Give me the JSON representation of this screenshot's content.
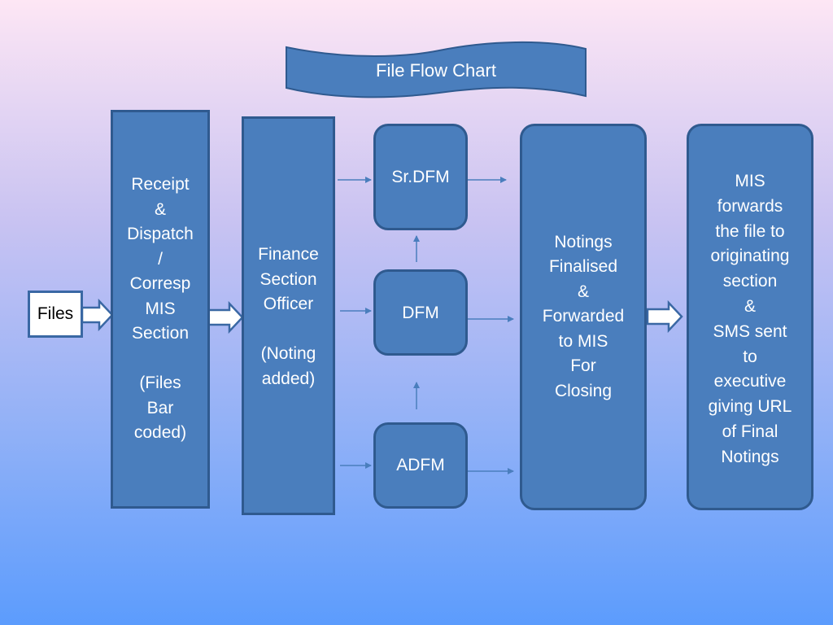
{
  "title": "File Flow Chart",
  "nodes": {
    "files": "Files",
    "receipt": "Receipt\n&\nDispatch\n/\nCorresp\nMIS\nSection\n\n(Files\nBar\ncoded)",
    "finance": "Finance\nSection\nOfficer\n\n(Noting\nadded)",
    "srdfm": "Sr.DFM",
    "dfm": "DFM",
    "adfm": "ADFM",
    "notings": "Notings\nFinalised\n&\nForwarded\nto MIS\nFor\nClosing",
    "mis": "MIS\nforwards\nthe file  to\noriginating\nsection\n&\nSMS sent\nto\nexecutive\ngiving URL\nof Final\nNotings"
  },
  "colors": {
    "box_fill": "#4a7ebd",
    "box_border": "#2f5a8f",
    "arrow": "#4a7ebd",
    "text": "#ffffff"
  }
}
